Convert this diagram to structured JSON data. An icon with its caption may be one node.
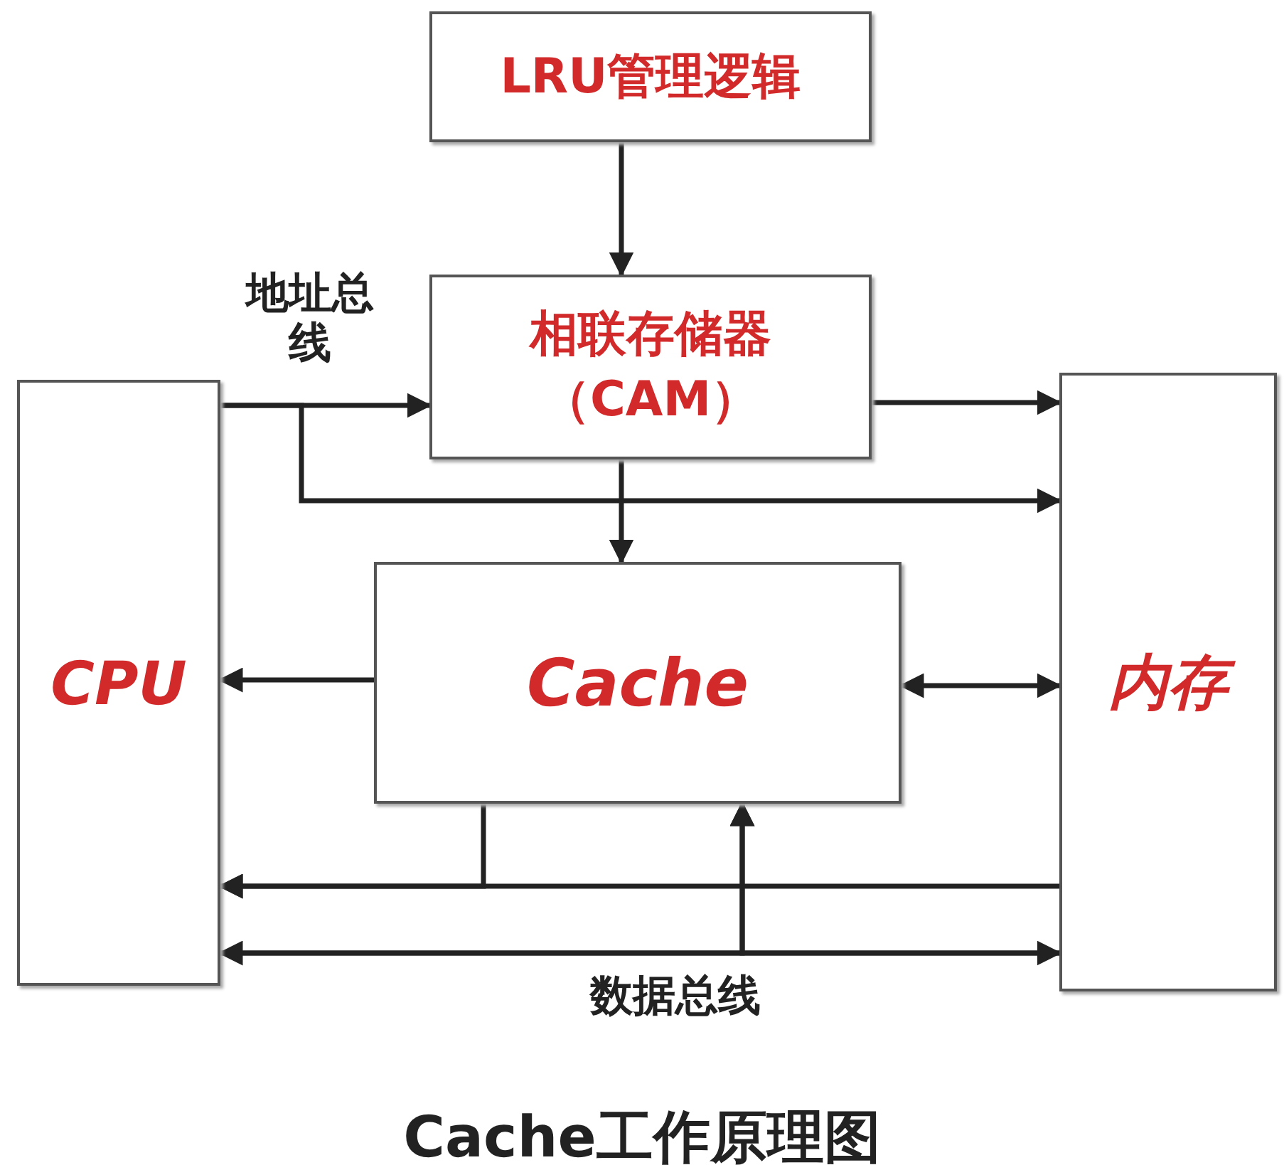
{
  "diagram": {
    "caption": "Cache工作原理图",
    "nodes": [
      {
        "text": [
          "LRU管理逻辑"
        ]
      },
      {
        "text": [
          "相联存储器（CAM）"
        ]
      },
      {
        "text": [
          "CPU"
        ]
      },
      {
        "text": [
          "Cache"
        ]
      },
      {
        "text": [
          "内存"
        ]
      }
    ],
    "edges": [
      {
        "from": 0,
        "to": 1,
        "arrow": "to"
      },
      {
        "from": 2,
        "to": 1,
        "arrow": "to",
        "label": "地址总线"
      },
      {
        "from": 2,
        "to": 4,
        "arrow": "to"
      },
      {
        "from": 1,
        "to": 4,
        "arrow": "to"
      },
      {
        "from": 1,
        "to": 3,
        "arrow": "to"
      },
      {
        "from": 3,
        "to": 2,
        "arrow": "to"
      },
      {
        "from": 3,
        "to": 4,
        "arrow": "both"
      },
      {
        "from": 4,
        "to": 2,
        "arrow": "to"
      },
      {
        "from": 3,
        "to": 2,
        "arrow": "to"
      },
      {
        "from": 2,
        "to": 4,
        "arrow": "both",
        "label": "数据总线"
      },
      {
        "from": 2,
        "to": 3,
        "arrow": "to"
      },
      {
        "from": 4,
        "to": 3,
        "arrow": "to"
      }
    ]
  }
}
